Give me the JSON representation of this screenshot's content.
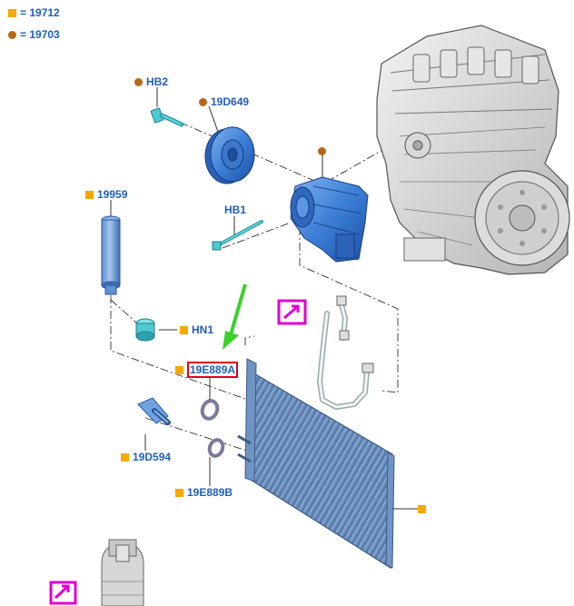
{
  "legend": [
    {
      "marker": "square",
      "text": "= 19712"
    },
    {
      "marker": "dot",
      "text": "= 19703"
    }
  ],
  "labels": {
    "hb2": "HB2",
    "l19d649": "19D649",
    "l19959": "19959",
    "hb1": "HB1",
    "hn1": "HN1",
    "l19e889a": "19E889A",
    "l19d594": "19D594",
    "l19e889b": "19E889B"
  },
  "colors": {
    "part_blue": "#3d7fd6",
    "part_teal": "#4fc8d0",
    "label_blue": "#1f5fbf",
    "marker_square": "#f5a800",
    "marker_dot": "#b8661a",
    "highlight_red": "#e0001b",
    "arrow_green": "#3bd12a",
    "link_magenta": "#e000d0"
  }
}
